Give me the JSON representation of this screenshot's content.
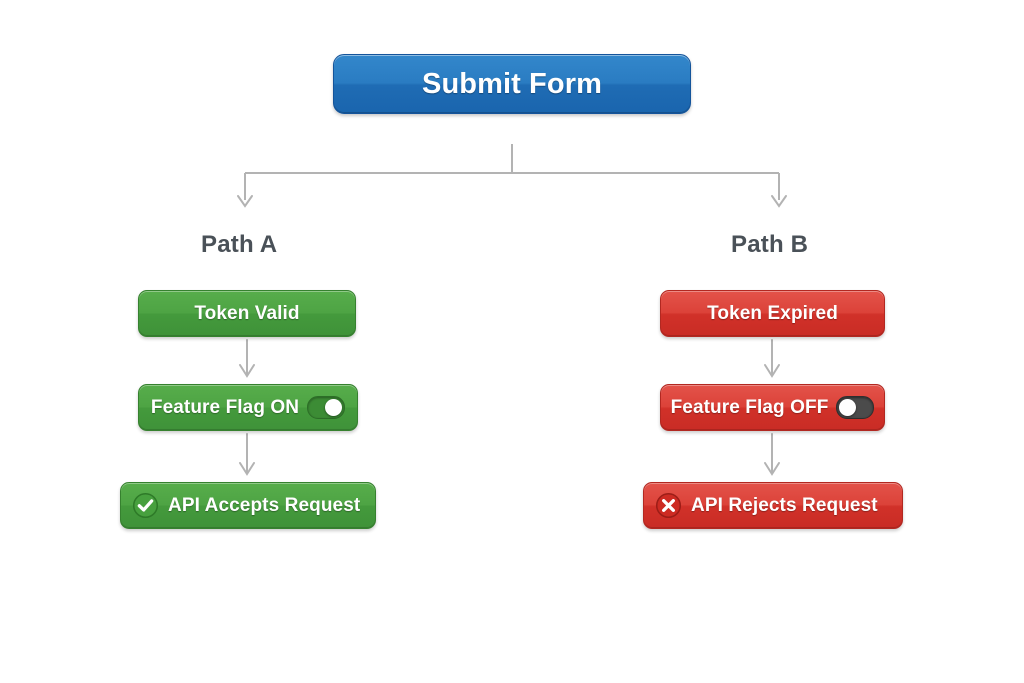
{
  "diagram": {
    "title_text": "Submit Form",
    "background_color": "#ffffff",
    "root": {
      "label": "Submit Form",
      "color": "#2a7cc2",
      "shape": "rounded-rect"
    },
    "branches": [
      {
        "heading": "Path A",
        "accent_color": "#4ea444",
        "outcome": "accept",
        "steps": [
          {
            "label": "Token Valid",
            "icon": "none"
          },
          {
            "label": "Feature Flag ON",
            "icon": "toggle-on",
            "toggle_state": "on"
          },
          {
            "label": "API Accepts Request",
            "icon": "check-circle-icon"
          }
        ]
      },
      {
        "heading": "Path B",
        "accent_color": "#d13129",
        "outcome": "reject",
        "steps": [
          {
            "label": "Token Expired",
            "icon": "none"
          },
          {
            "label": "Feature Flag OFF",
            "icon": "toggle-off",
            "toggle_state": "off"
          },
          {
            "label": "API Rejects Request",
            "icon": "x-circle-icon"
          }
        ]
      }
    ],
    "connector_color": "#b3b3b3"
  }
}
